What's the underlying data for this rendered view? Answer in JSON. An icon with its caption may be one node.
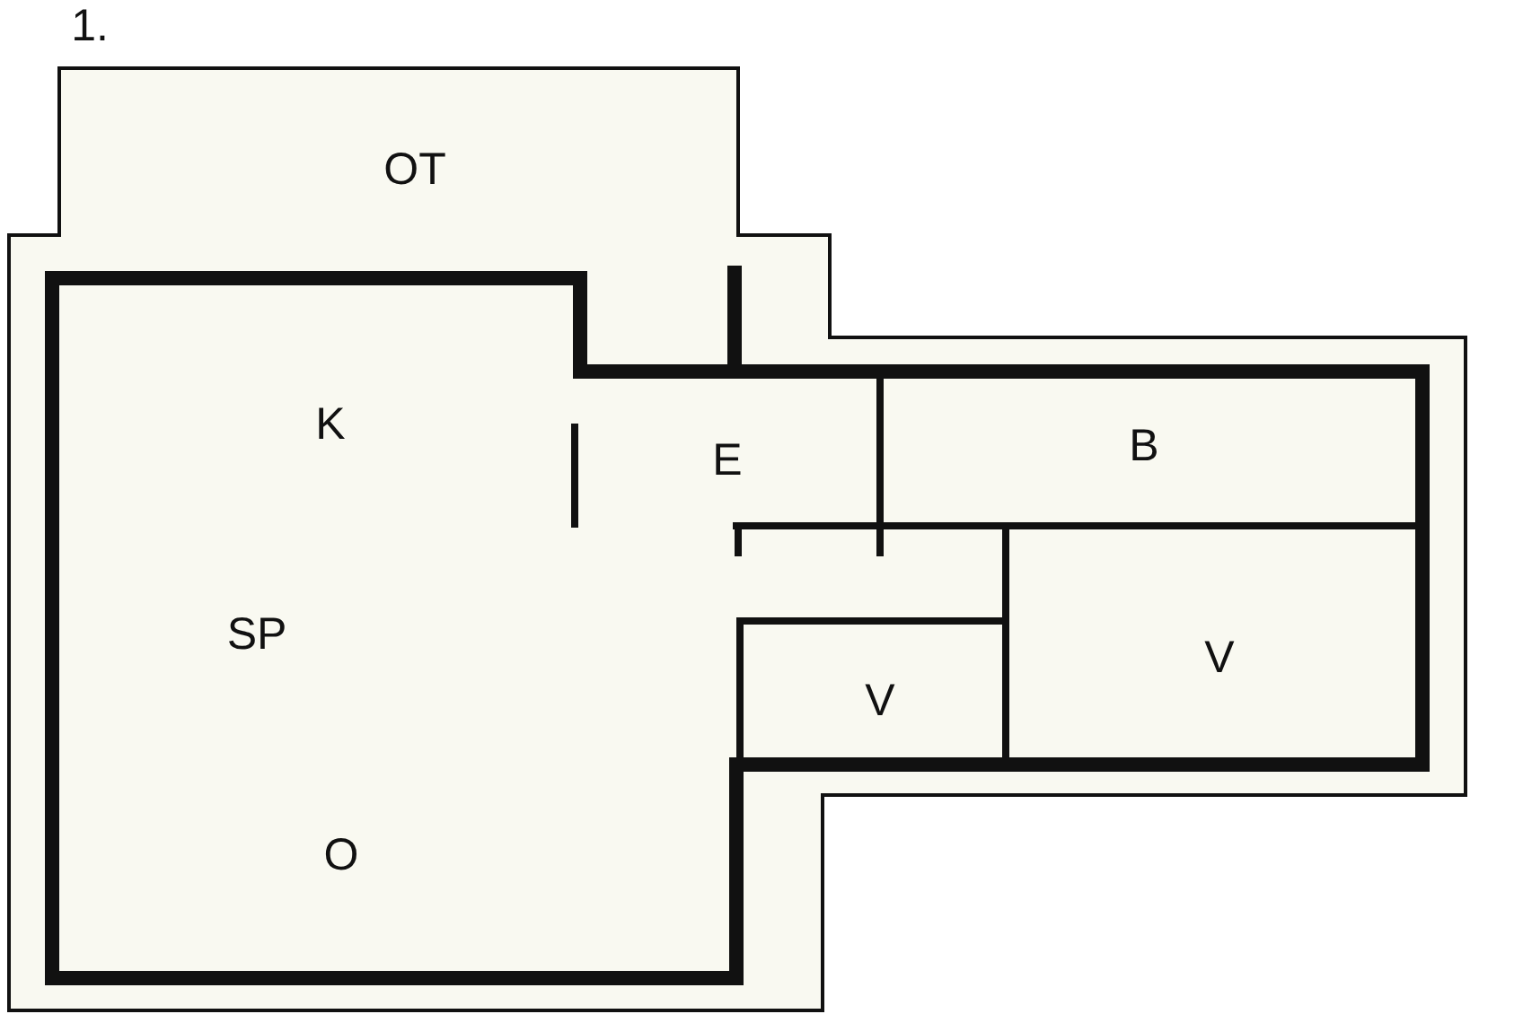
{
  "diagram": {
    "labels": [
      "1.",
      "OT",
      "K",
      "E",
      "B",
      "SP",
      "V",
      "V",
      "O"
    ]
  }
}
